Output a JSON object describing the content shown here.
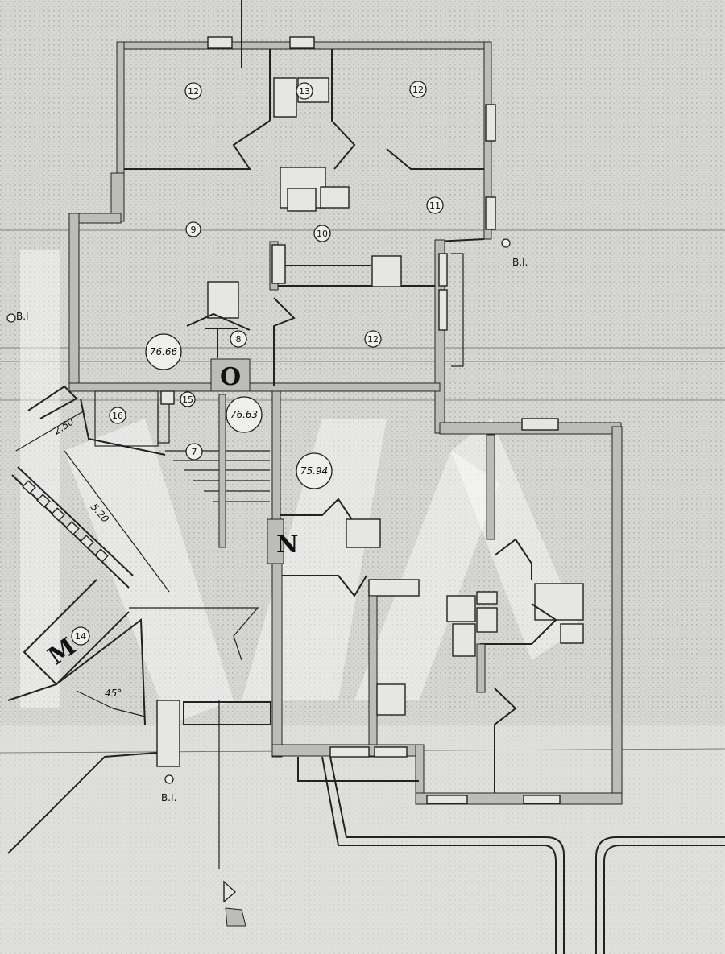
{
  "rooms": [
    {
      "id": "room-12-a",
      "label": "12"
    },
    {
      "id": "room-13",
      "label": "13"
    },
    {
      "id": "room-12-b",
      "label": "12"
    },
    {
      "id": "room-11",
      "label": "11"
    },
    {
      "id": "room-9",
      "label": "9"
    },
    {
      "id": "room-10",
      "label": "10"
    },
    {
      "id": "room-8",
      "label": "8"
    },
    {
      "id": "room-12-c",
      "label": "12"
    },
    {
      "id": "room-16",
      "label": "16"
    },
    {
      "id": "room-15",
      "label": "15"
    },
    {
      "id": "room-7",
      "label": "7"
    },
    {
      "id": "room-14",
      "label": "14"
    }
  ],
  "elevations": [
    {
      "id": "elev-1",
      "label": "76.66"
    },
    {
      "id": "elev-2",
      "label": "76.63"
    },
    {
      "id": "elev-3",
      "label": "75.94"
    }
  ],
  "section_letters": {
    "o": "O",
    "n": "N",
    "m": "M"
  },
  "dimensions": {
    "d1": "2.50",
    "d2": "5.20",
    "angle": "45°"
  },
  "markers": {
    "bi_1": "B.I.",
    "bi_2": "B.I",
    "bi_3": "B.I."
  }
}
